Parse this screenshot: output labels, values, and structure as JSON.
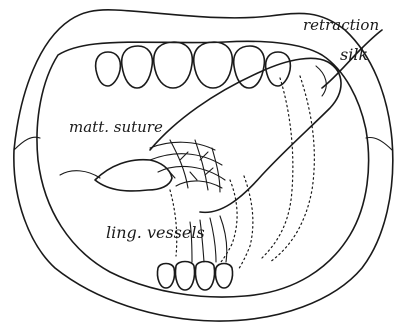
{
  "labels": {
    "retraction": "retraction",
    "silk": "silk",
    "matt_suture": "matt. suture",
    "ling_vessels": "ling. vessels"
  }
}
